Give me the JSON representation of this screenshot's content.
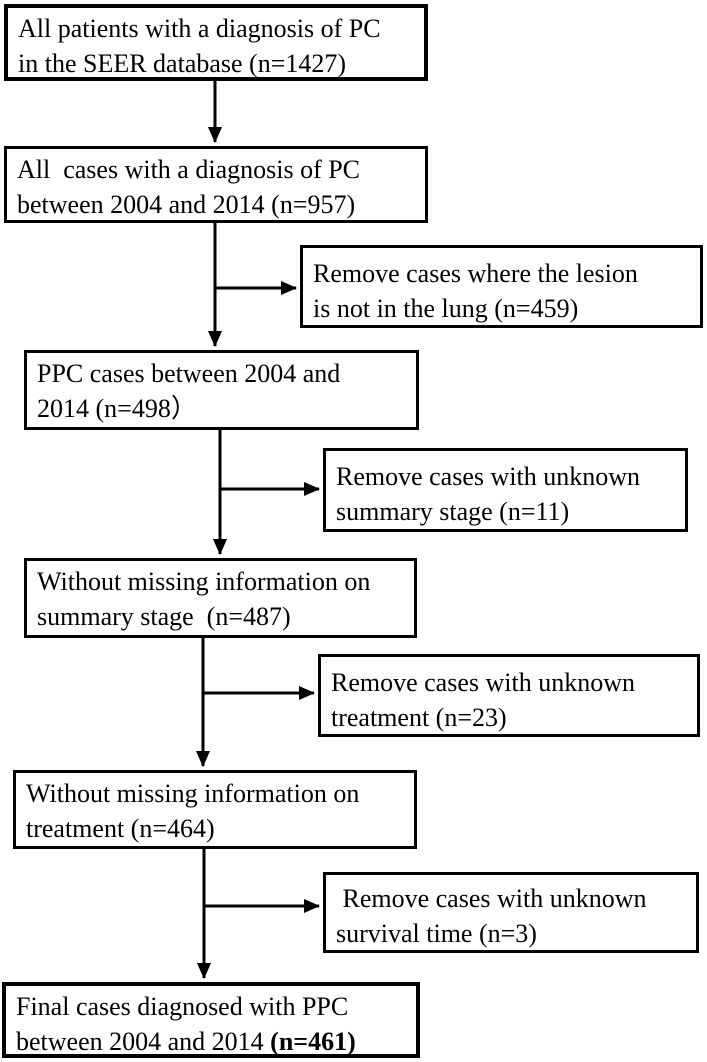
{
  "canvas": {
    "background_color": "#ffffff",
    "line_color": "#000000"
  },
  "flow": {
    "main": [
      {
        "lines": [
          "All patients with a diagnosis of PC",
          "in the SEER database (n=1427)"
        ]
      },
      {
        "lines": [
          "All  cases with a diagnosis of PC",
          "between 2004 and 2014 (n=957)"
        ]
      },
      {
        "lines": [
          "PPC cases between 2004 and",
          "2014 (n=498）"
        ]
      },
      {
        "lines": [
          "Without missing information on",
          "summary stage  (n=487)"
        ]
      },
      {
        "lines": [
          "Without missing information on",
          "treatment (n=464)"
        ]
      }
    ],
    "side": [
      {
        "lines": [
          "Remove cases where the lesion",
          "is not in the lung (n=459)"
        ]
      },
      {
        "lines": [
          "Remove cases with unknown",
          "summary stage (n=11)"
        ]
      },
      {
        "lines": [
          "Remove cases with unknown",
          "treatment (n=23)"
        ]
      },
      {
        "lines": [
          " Remove cases with unknown",
          "survival time (n=3)"
        ]
      }
    ],
    "final": {
      "line1": "Final cases diagnosed with PPC",
      "line2_prefix": "between 2004 and 2014 ",
      "line2_bold": "(n=461)"
    }
  }
}
